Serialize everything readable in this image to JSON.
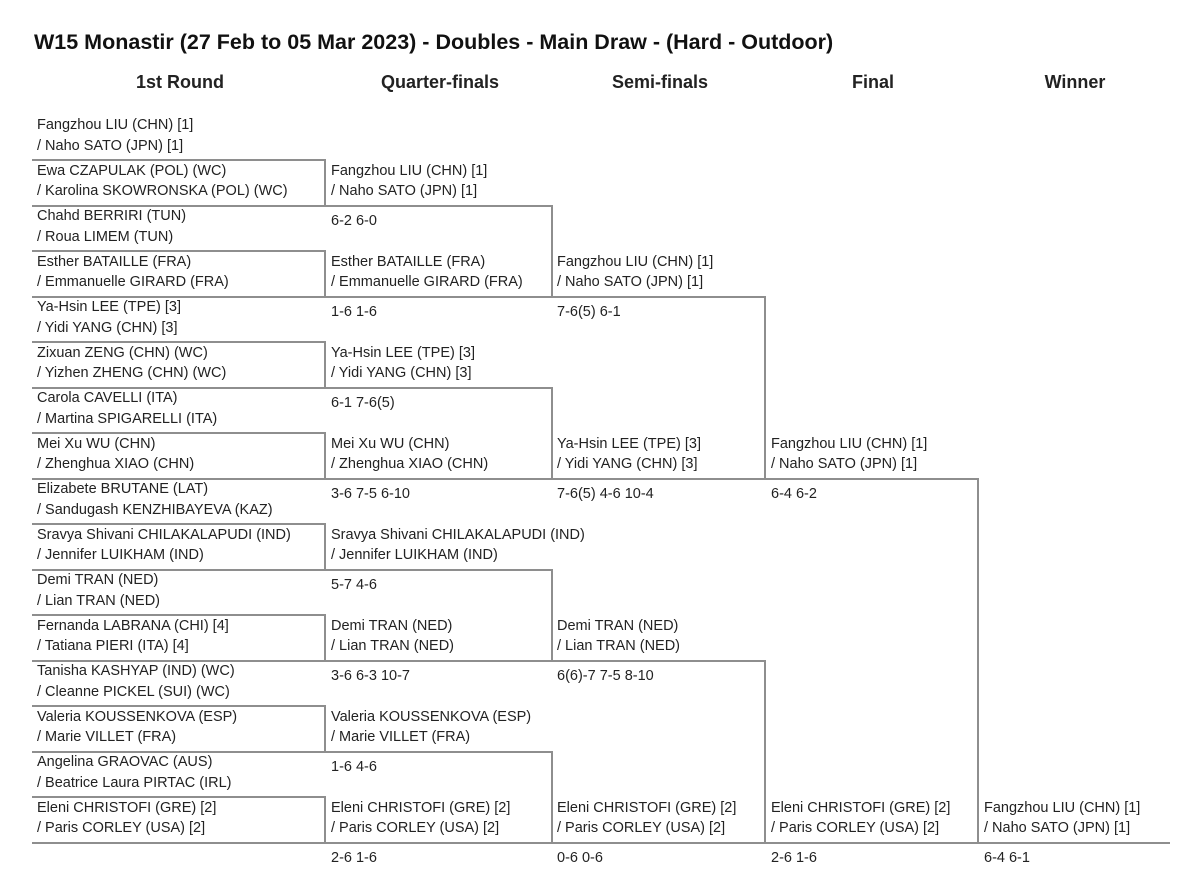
{
  "title": "W15 Monastir (27 Feb to 05 Mar 2023) - Doubles - Main Draw - (Hard - Outdoor)",
  "rounds": [
    "1st Round",
    "Quarter-finals",
    "Semi-finals",
    "Final",
    "Winner"
  ],
  "r1": [
    {
      "a": "Fangzhou LIU (CHN) [1]",
      "b": "/ Naho SATO (JPN) [1]"
    },
    {
      "a": "Ewa CZAPULAK (POL) (WC)",
      "b": "/ Karolina SKOWRONSKA (POL) (WC)"
    },
    {
      "a": "Chahd BERRIRI (TUN)",
      "b": "/ Roua LIMEM (TUN)"
    },
    {
      "a": "Esther BATAILLE (FRA)",
      "b": "/ Emmanuelle GIRARD (FRA)"
    },
    {
      "a": "Ya-Hsin LEE (TPE) [3]",
      "b": "/ Yidi YANG (CHN) [3]"
    },
    {
      "a": "Zixuan ZENG (CHN) (WC)",
      "b": "/ Yizhen ZHENG (CHN) (WC)"
    },
    {
      "a": "Carola CAVELLI (ITA)",
      "b": "/ Martina SPIGARELLI (ITA)"
    },
    {
      "a": "Mei Xu WU (CHN)",
      "b": "/ Zhenghua XIAO (CHN)"
    },
    {
      "a": "Elizabete BRUTANE (LAT)",
      "b": "/ Sandugash KENZHIBAYEVA (KAZ)"
    },
    {
      "a": "Sravya Shivani CHILAKALAPUDI (IND)",
      "b": "/ Jennifer LUIKHAM (IND)"
    },
    {
      "a": "Demi TRAN (NED)",
      "b": "/ Lian TRAN (NED)"
    },
    {
      "a": "Fernanda LABRANA (CHI) [4]",
      "b": "/ Tatiana PIERI (ITA) [4]"
    },
    {
      "a": "Tanisha KASHYAP (IND) (WC)",
      "b": "/ Cleanne PICKEL (SUI) (WC)"
    },
    {
      "a": "Valeria KOUSSENKOVA (ESP)",
      "b": "/ Marie VILLET (FRA)"
    },
    {
      "a": "Angelina GRAOVAC (AUS)",
      "b": "/ Beatrice Laura PIRTAC (IRL)"
    },
    {
      "a": "Eleni CHRISTOFI (GRE) [2]",
      "b": "/ Paris CORLEY (USA) [2]"
    }
  ],
  "qf": [
    {
      "a": "Fangzhou LIU (CHN) [1]",
      "b": "/ Naho SATO (JPN) [1]",
      "score": "6-2 6-0"
    },
    {
      "a": "Esther BATAILLE (FRA)",
      "b": "/ Emmanuelle GIRARD (FRA)",
      "score": "1-6 1-6"
    },
    {
      "a": "Ya-Hsin LEE (TPE) [3]",
      "b": "/ Yidi YANG (CHN) [3]",
      "score": "6-1 7-6(5)"
    },
    {
      "a": "Mei Xu WU (CHN)",
      "b": "/ Zhenghua XIAO (CHN)",
      "score": "3-6 7-5 6-10"
    },
    {
      "a": "Sravya Shivani CHILAKALAPUDI (IND)",
      "b": "/ Jennifer LUIKHAM (IND)",
      "score": "5-7 4-6"
    },
    {
      "a": "Demi TRAN (NED)",
      "b": "/ Lian TRAN (NED)",
      "score": "3-6 6-3 10-7"
    },
    {
      "a": "Valeria KOUSSENKOVA (ESP)",
      "b": "/ Marie VILLET (FRA)",
      "score": "1-6 4-6"
    },
    {
      "a": "Eleni CHRISTOFI (GRE) [2]",
      "b": "/ Paris CORLEY (USA) [2]",
      "score": "2-6 1-6"
    }
  ],
  "sf": [
    {
      "a": "Fangzhou LIU (CHN) [1]",
      "b": "/ Naho SATO (JPN) [1]",
      "score": "7-6(5) 6-1"
    },
    {
      "a": "Ya-Hsin LEE (TPE) [3]",
      "b": "/ Yidi YANG (CHN) [3]",
      "score": "7-6(5) 4-6 10-4"
    },
    {
      "a": "Demi TRAN (NED)",
      "b": "/ Lian TRAN (NED)",
      "score": "6(6)-7 7-5 8-10"
    },
    {
      "a": "Eleni CHRISTOFI (GRE) [2]",
      "b": "/ Paris CORLEY (USA) [2]",
      "score": "0-6 0-6"
    }
  ],
  "final": [
    {
      "a": "Fangzhou LIU (CHN) [1]",
      "b": "/ Naho SATO (JPN) [1]",
      "score": "6-4 6-2"
    },
    {
      "a": "Eleni CHRISTOFI (GRE) [2]",
      "b": "/ Paris CORLEY (USA) [2]",
      "score": "2-6 1-6"
    }
  ],
  "winner": [
    {
      "a": "Fangzhou LIU (CHN) [1]",
      "b": "/ Naho SATO (JPN) [1]",
      "score": "6-4 6-1"
    }
  ]
}
